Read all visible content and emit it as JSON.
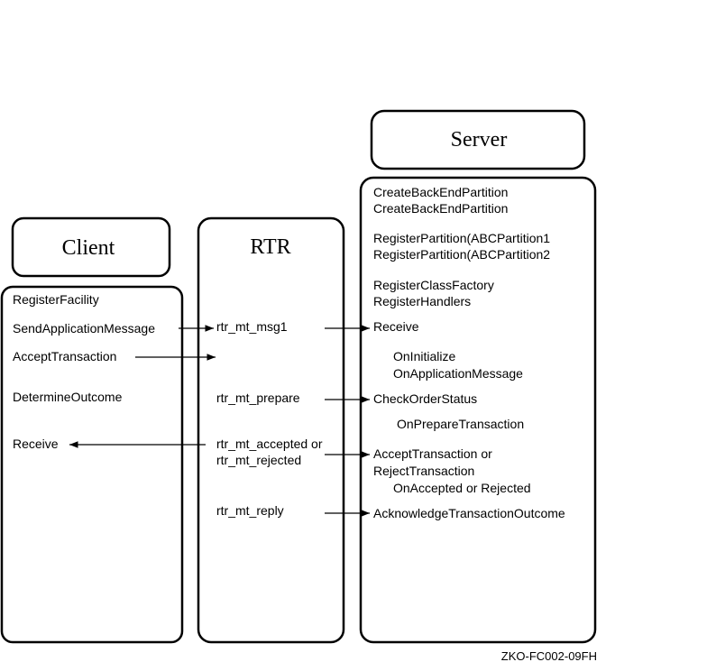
{
  "client": {
    "title": "Client",
    "items": [
      "RegisterFacility",
      "SendApplicationMessage",
      "AcceptTransaction",
      "DetermineOutcome",
      "Receive"
    ]
  },
  "rtr": {
    "title": "RTR",
    "messages": [
      "rtr_mt_msg1",
      "rtr_mt_prepare",
      "rtr_mt_accepted or",
      "rtr_mt_rejected",
      "rtr_mt_reply"
    ]
  },
  "server": {
    "title": "Server",
    "lines": [
      "CreateBackEndPartition",
      "CreateBackEndPartition",
      "RegisterPartition(ABCPartition1",
      "RegisterPartition(ABCPartition2",
      "RegisterClassFactory",
      "RegisterHandlers",
      "Receive",
      "OnInitialize",
      "OnApplicationMessage",
      "CheckOrderStatus",
      "OnPrepareTransaction",
      "AcceptTransaction or",
      "RejectTransaction",
      "OnAccepted or Rejected",
      "AcknowledgeTransactionOutcome"
    ]
  },
  "footer": {
    "code": "ZKO-FC002-09FH"
  }
}
